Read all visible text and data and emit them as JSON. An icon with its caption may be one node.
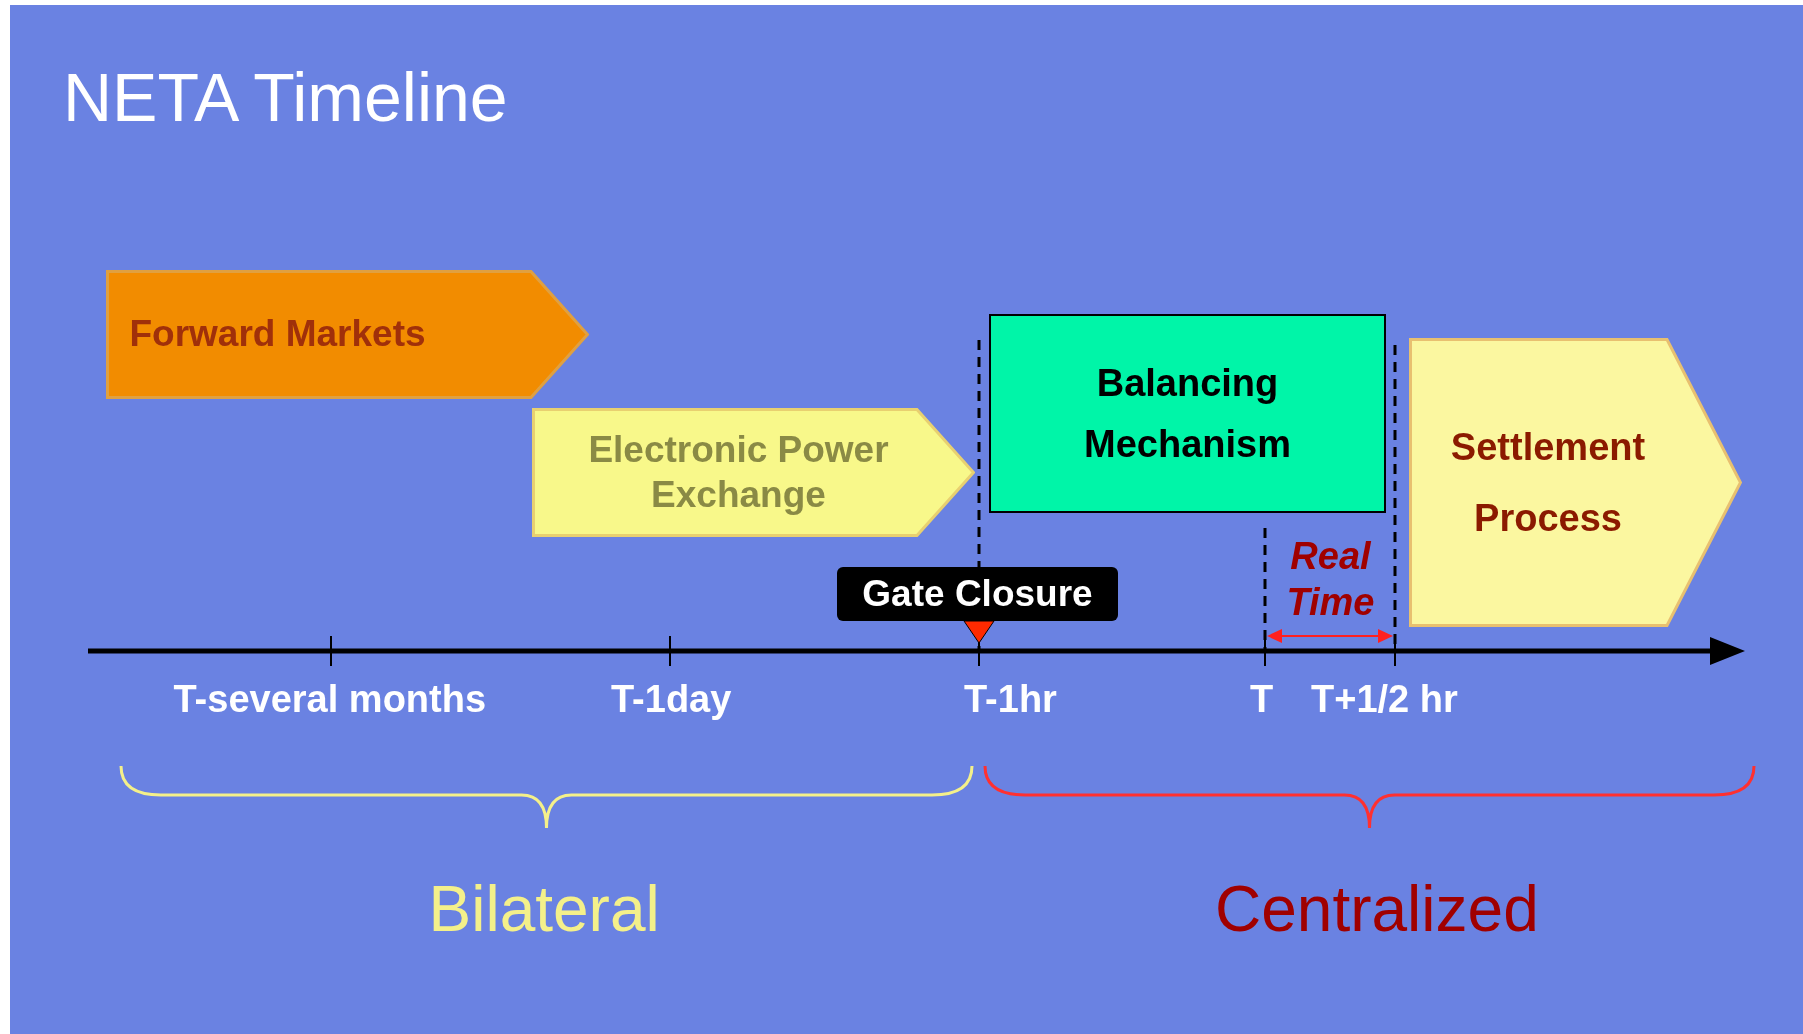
{
  "diagram": {
    "title": "NETA Timeline",
    "nodes": [
      {
        "text": [
          "Forward Markets"
        ]
      },
      {
        "text": [
          "Electronic Power Exchange"
        ]
      },
      {
        "text": [
          "Balancing Mechanism"
        ]
      },
      {
        "text": [
          "Settlement Process"
        ]
      },
      {
        "text": [
          "Gate Closure"
        ]
      }
    ],
    "labels": [
      "Real Time",
      "T-several months",
      "T-1day",
      "T-1hr",
      "T",
      "T+1/2 hr",
      "Bilateral",
      "Centralized"
    ]
  }
}
